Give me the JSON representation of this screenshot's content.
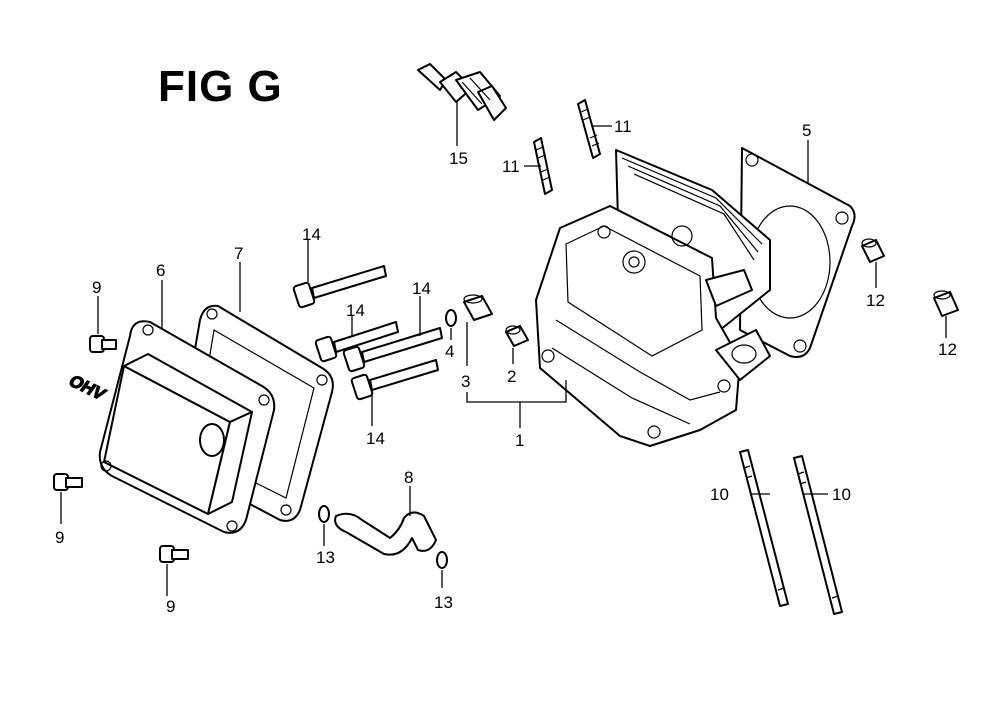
{
  "title": "FIG G",
  "callouts": {
    "c1": "1",
    "c2": "2",
    "c3": "3",
    "c4": "4",
    "c5": "5",
    "c6": "6",
    "c7": "7",
    "c8": "8",
    "c9a": "9",
    "c9b": "9",
    "c9c": "9",
    "c10a": "10",
    "c10b": "10",
    "c11a": "11",
    "c11b": "11",
    "c12a": "12",
    "c12b": "12",
    "c13a": "13",
    "c13b": "13",
    "c14a": "14",
    "c14b": "14",
    "c14c": "14",
    "c14d": "14",
    "c15": "15"
  },
  "cover_lettering": "OHV"
}
